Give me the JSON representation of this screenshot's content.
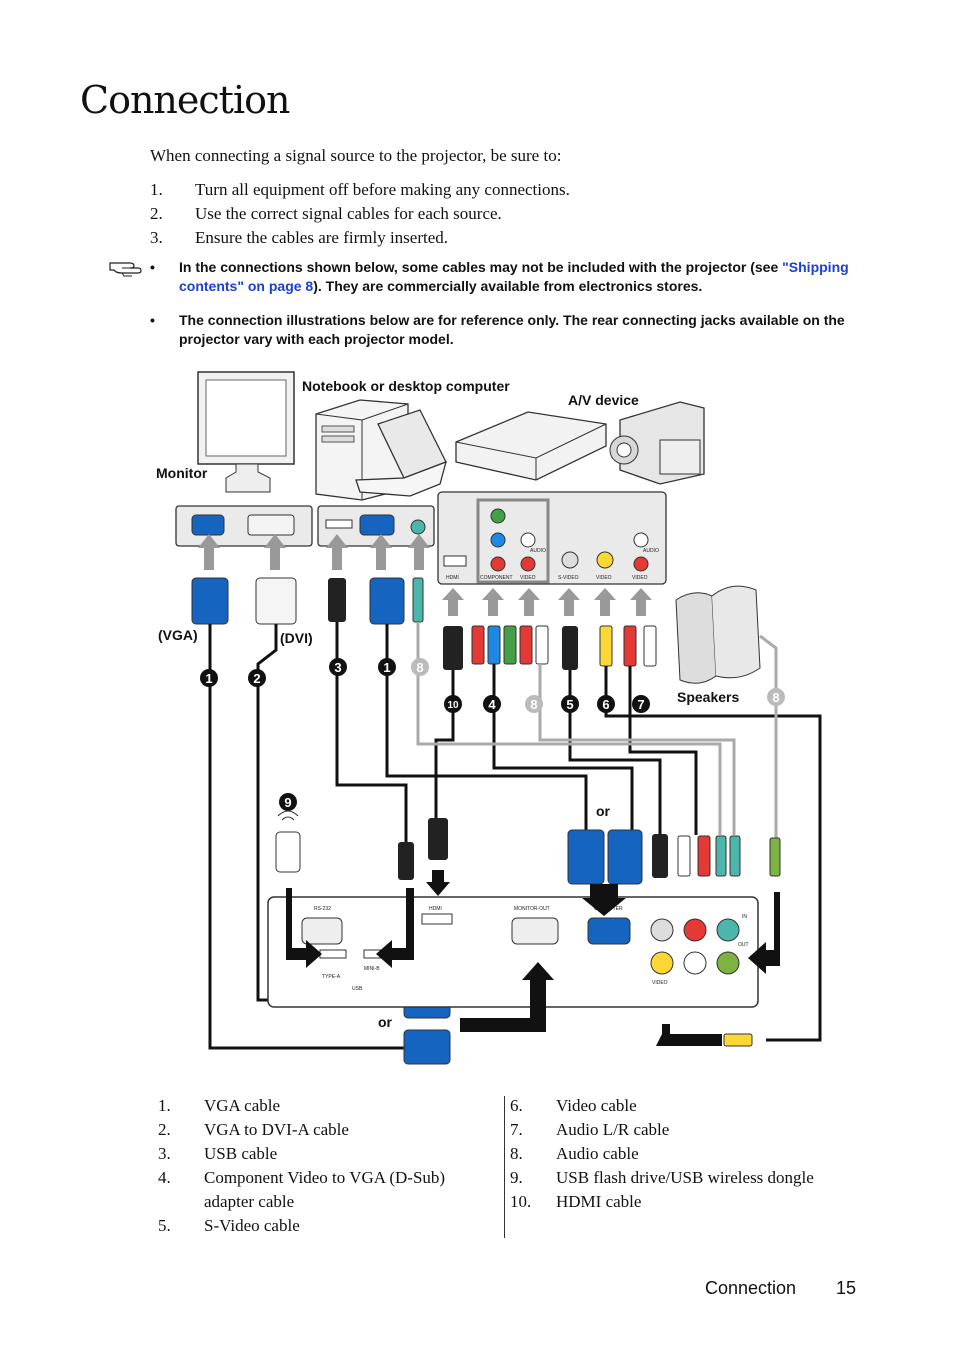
{
  "page": {
    "title": "Connection",
    "intro": "When connecting a signal source to the projector, be sure to:",
    "steps": [
      {
        "num": "1.",
        "text": "Turn all equipment off before making any connections."
      },
      {
        "num": "2.",
        "text": "Use the correct signal cables for each source."
      },
      {
        "num": "3.",
        "text": "Ensure the cables are firmly inserted."
      }
    ],
    "notes": {
      "bullet": "•",
      "note1_pre": "In the connections shown below, some cables may not be included with the projector (see ",
      "note1_link": "\"Shipping contents\" on page 8",
      "note1_post": "). They are commercially available from electronics stores.",
      "note2": "The connection illustrations below are for reference only. The rear connecting jacks available on the projector vary with each projector model."
    }
  },
  "diagram": {
    "labels": {
      "computer": "Notebook or desktop computer",
      "av_device": "A/V device",
      "monitor": "Monitor",
      "vga": "(VGA)",
      "dvi": "(DVI)",
      "speakers": "Speakers",
      "or1": "or",
      "or2": "or"
    },
    "port_labels": {
      "hdmi_av": "HDMI",
      "component": "COMPONENT",
      "video": "VIDEO",
      "svideo": "S-VIDEO",
      "audio": "AUDIO",
      "rs232": "RS-232",
      "hdmi": "HDMI",
      "monitor_out": "MONITOR-OUT",
      "computer": "COMPUTER",
      "type_a": "TYPE-A",
      "mini_b": "MINI-B",
      "usb": "USB",
      "in": "IN",
      "out": "OUT",
      "video_p": "VIDEO"
    },
    "markers": [
      "1",
      "2",
      "3",
      "1",
      "8",
      "10",
      "4",
      "8",
      "5",
      "6",
      "7",
      "8",
      "9"
    ]
  },
  "legend": {
    "left": [
      {
        "num": "1.",
        "text": "VGA cable"
      },
      {
        "num": "2.",
        "text": "VGA to DVI-A cable"
      },
      {
        "num": "3.",
        "text": "USB cable"
      },
      {
        "num": "4.",
        "text": "Component Video to VGA (D-Sub)"
      },
      {
        "num": "",
        "text": "adapter cable"
      },
      {
        "num": "5.",
        "text": "S-Video cable"
      }
    ],
    "right": [
      {
        "num": "6.",
        "text": "Video cable"
      },
      {
        "num": "7.",
        "text": "Audio L/R cable"
      },
      {
        "num": "8.",
        "text": "Audio cable"
      },
      {
        "num": "9.",
        "text": "USB flash drive/USB wireless dongle"
      },
      {
        "num": "10.",
        "text": "HDMI cable"
      }
    ]
  },
  "footer": {
    "section": "Connection",
    "page_number": "15"
  }
}
